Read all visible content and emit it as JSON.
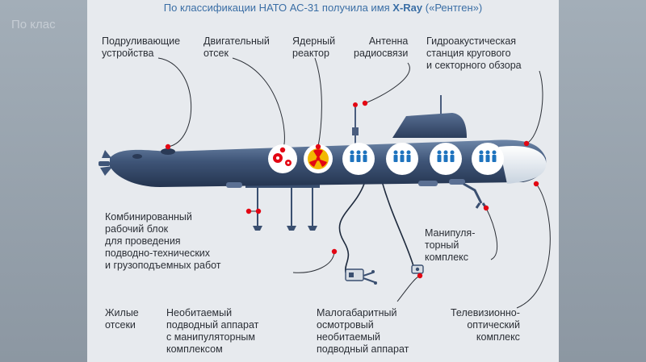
{
  "caption": {
    "prefix": "По классификации НАТО АС-31 получила имя ",
    "name": "X-Ray",
    "suffix": " («Рентген»)"
  },
  "labels": {
    "thrusters": "Подруливающие\nустройства",
    "engine": "Двигательный\nотсек",
    "reactor": "Ядерный\nреактор",
    "antenna": "Антенна\nрадиосвязи",
    "sonar": "Гидроакустическая\nстанция кругового\nи секторного обзора",
    "work_unit": "Комбинированный\nрабочий блок\nдля проведения\nподводно-технических\nи грузоподъемных работ",
    "manipulator": "Манипуля-\nторный\nкомплекс",
    "living": "Жилые\nотсеки",
    "rov_manip": "Необитаемый\nподводный аппарат\nс манипуляторным\nкомплексом",
    "small_rov": "Малогабаритный\nосмотровый\nнеобитаемый\nподводный аппарат",
    "tv": "Телевизионно-\nоптический\nкомплекс"
  },
  "colors": {
    "accent": "#e30613",
    "hull": "#3f5578",
    "caption": "#3a6ea5",
    "crew": "#1e73be",
    "reactor": "#f2b800"
  }
}
